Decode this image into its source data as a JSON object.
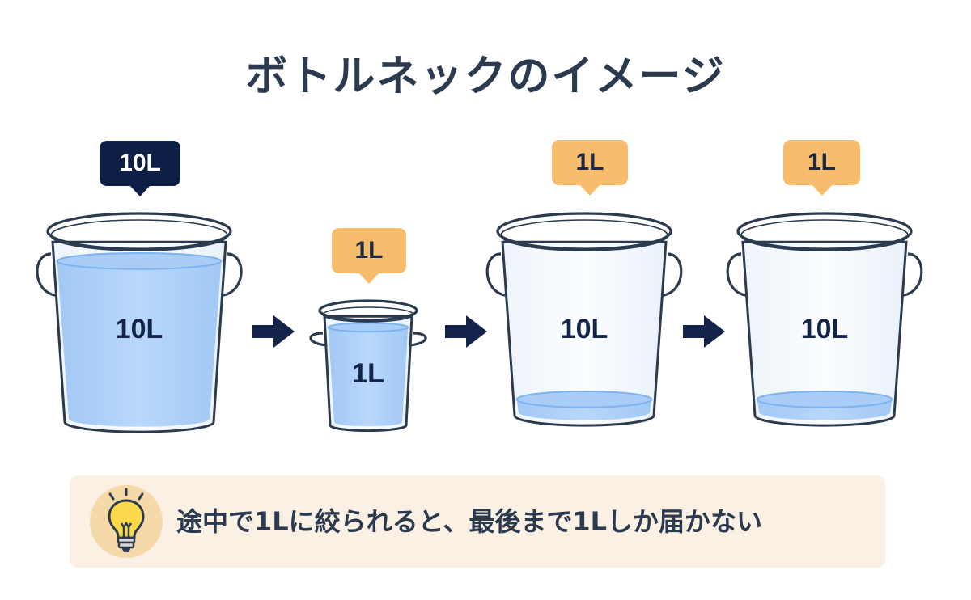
{
  "title": "ボトルネックのイメージ",
  "stages": [
    {
      "callout": "10L",
      "callout_style": "dark",
      "label": "10L",
      "fill_level": 0.95
    },
    {
      "callout": "1L",
      "callout_style": "amber",
      "label": "1L",
      "fill_level": 0.95
    },
    {
      "callout": "1L",
      "callout_style": "amber",
      "label": "10L",
      "fill_level": 0.1
    },
    {
      "callout": "1L",
      "callout_style": "amber",
      "label": "10L",
      "fill_level": 0.1
    }
  ],
  "note": {
    "text": "途中で1Lに絞られると、最後まで1Lしか届かない",
    "icon": "lightbulb-icon"
  },
  "colors": {
    "water": "#a9cdf7",
    "water_surface": "#7cb3f2",
    "dark_callout": "#0e1f45",
    "amber_callout": "#f8bd6c",
    "arrow": "#14234a",
    "note_bg": "#fbf0e4",
    "title": "#2b3a4e"
  }
}
